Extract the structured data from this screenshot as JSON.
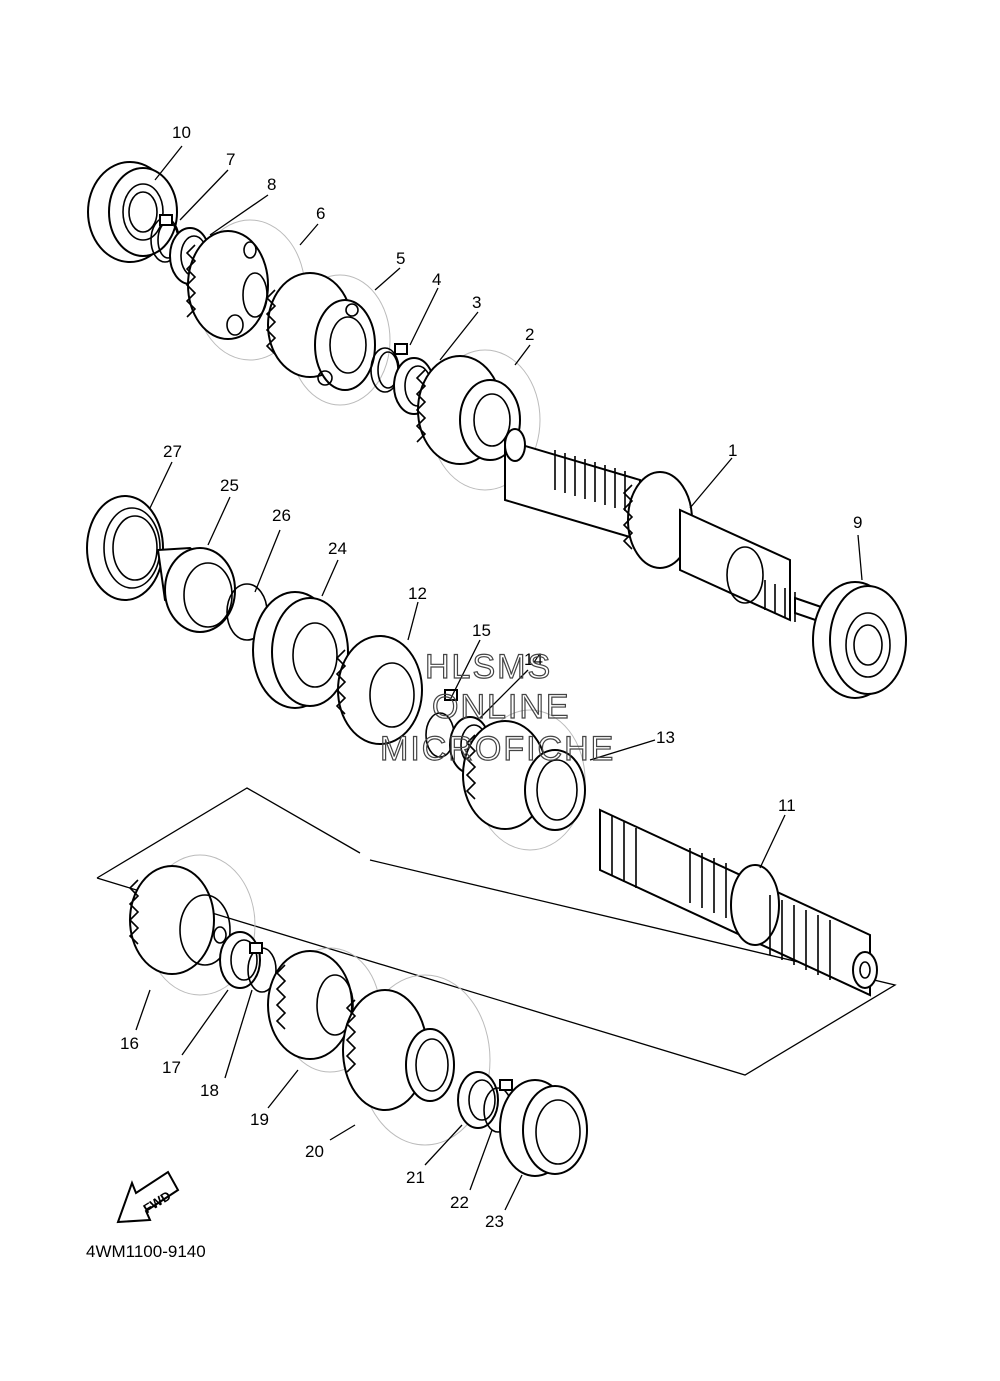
{
  "drawing_code": "4WM1100-9140",
  "fwd_label": "FWD",
  "watermark": [
    "HLSMS",
    "ONLINE",
    "MICROFICHE"
  ],
  "callouts": [
    "10",
    "7",
    "8",
    "6",
    "5",
    "4",
    "3",
    "2",
    "1",
    "9",
    "27",
    "25",
    "26",
    "24",
    "12",
    "15",
    "14",
    "13",
    "11",
    "16",
    "17",
    "18",
    "19",
    "20",
    "21",
    "22",
    "23"
  ]
}
